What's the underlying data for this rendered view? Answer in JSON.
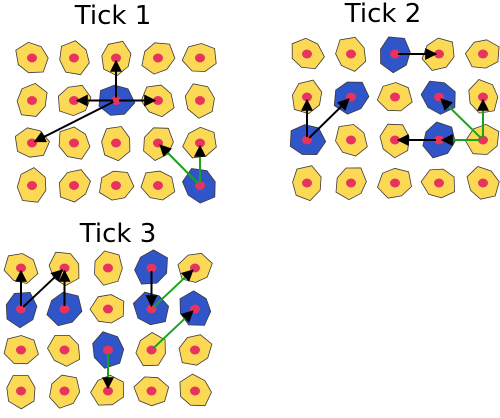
{
  "colors": {
    "healthy_fill": "#fcd955",
    "infected_fill": "#2f55c8",
    "nucleus": "#e8335e",
    "outline": "#3a3a3a",
    "black_arrow": "#000000",
    "green_arrow": "#1aa31a"
  },
  "legend_note": "",
  "panels": [
    {
      "title": "Tick 1",
      "cols": 5,
      "rows": 4,
      "infected": [
        [
          2,
          1
        ],
        [
          4,
          3
        ]
      ],
      "arrows": [
        {
          "color": "black",
          "from": [
            2,
            1
          ],
          "to": [
            2,
            0
          ]
        },
        {
          "color": "black",
          "from": [
            2,
            1
          ],
          "to": [
            1,
            1
          ]
        },
        {
          "color": "black",
          "from": [
            2,
            1
          ],
          "to": [
            3,
            1
          ]
        },
        {
          "color": "black",
          "from": [
            2,
            1
          ],
          "to": [
            0,
            2
          ]
        },
        {
          "color": "green",
          "from": [
            4,
            3
          ],
          "to": [
            3,
            2
          ]
        },
        {
          "color": "green",
          "from": [
            4,
            3
          ],
          "to": [
            4,
            2
          ]
        }
      ]
    },
    {
      "title": "Tick 2",
      "cols": 5,
      "rows": 4,
      "infected": [
        [
          2,
          0
        ],
        [
          1,
          1
        ],
        [
          3,
          1
        ],
        [
          0,
          2
        ],
        [
          3,
          2
        ]
      ],
      "arrows": [
        {
          "color": "black",
          "from": [
            2,
            0
          ],
          "to": [
            3,
            0
          ]
        },
        {
          "color": "black",
          "from": [
            0,
            2
          ],
          "to": [
            0,
            1
          ]
        },
        {
          "color": "black",
          "from": [
            0,
            2
          ],
          "to": [
            1,
            1
          ]
        },
        {
          "color": "black",
          "from": [
            3,
            2
          ],
          "to": [
            2,
            2
          ]
        },
        {
          "color": "green",
          "from": [
            4,
            2
          ],
          "to": [
            3,
            1
          ]
        },
        {
          "color": "green",
          "from": [
            4,
            2
          ],
          "to": [
            4,
            1
          ]
        },
        {
          "color": "green",
          "from": [
            4,
            2
          ],
          "to": [
            3,
            2
          ]
        }
      ]
    },
    {
      "title": "Tick 3",
      "cols": 5,
      "rows": 4,
      "infected": [
        [
          0,
          1
        ],
        [
          1,
          1
        ],
        [
          3,
          0
        ],
        [
          3,
          1
        ],
        [
          4,
          1
        ],
        [
          2,
          2
        ]
      ],
      "arrows": [
        {
          "color": "black",
          "from": [
            0,
            1
          ],
          "to": [
            0,
            0
          ]
        },
        {
          "color": "black",
          "from": [
            0,
            1
          ],
          "to": [
            1,
            0
          ]
        },
        {
          "color": "black",
          "from": [
            1,
            1
          ],
          "to": [
            1,
            0
          ]
        },
        {
          "color": "black",
          "from": [
            3,
            0
          ],
          "to": [
            3,
            1
          ]
        },
        {
          "color": "green",
          "from": [
            3,
            1
          ],
          "to": [
            4,
            0
          ]
        },
        {
          "color": "green",
          "from": [
            3,
            2
          ],
          "to": [
            4,
            1
          ]
        },
        {
          "color": "green",
          "from": [
            2,
            2
          ],
          "to": [
            2,
            3
          ]
        }
      ]
    }
  ]
}
